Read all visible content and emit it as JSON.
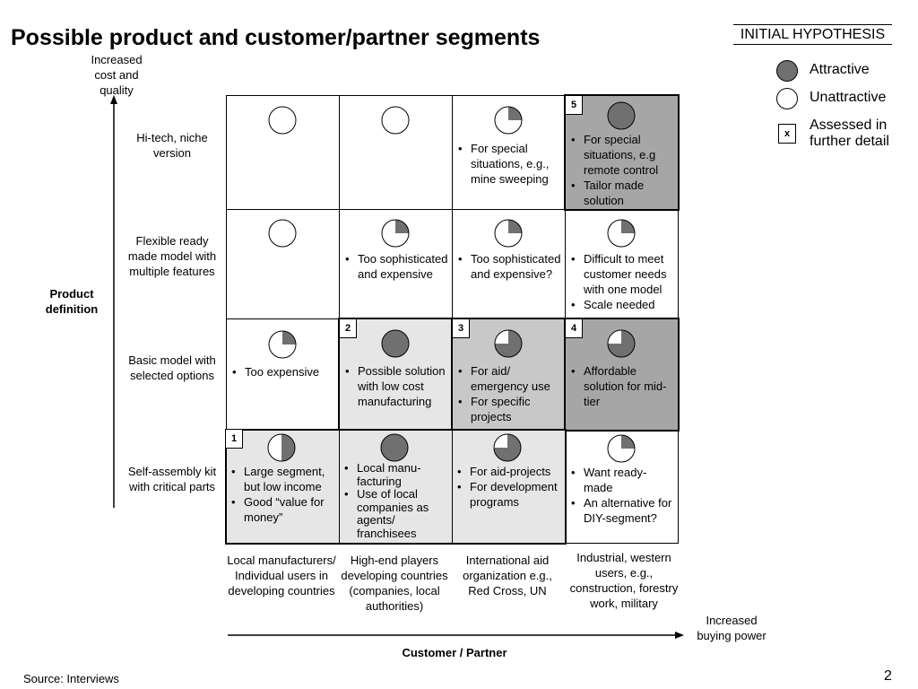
{
  "title": "Possible product and customer/partner segments",
  "hypothesis_label": "INITIAL HYPOTHESIS",
  "legend": {
    "attractive": "Attractive",
    "unattractive": "Unattractive",
    "assessed_marker": "x",
    "assessed": "Assessed in further detail"
  },
  "y_axis": {
    "top_label": "Increased cost and quality",
    "label": "Product definition"
  },
  "x_axis": {
    "label": "Customer / Partner",
    "end_label": "Increased buying power"
  },
  "rows": [
    {
      "label": "Hi-tech, niche version"
    },
    {
      "label": "Flexible ready made model with multiple features"
    },
    {
      "label": "Basic model with selected options"
    },
    {
      "label": "Self-assembly kit with critical parts"
    }
  ],
  "columns": [
    {
      "label": "Local manufacturers/ Individual users in developing countries"
    },
    {
      "label": "High-end players developing countries (companies, local authorities)"
    },
    {
      "label": "International aid organization e.g., Red Cross, UN"
    },
    {
      "label": "Industrial, western users, e.g., construction, forestry work, military"
    }
  ],
  "cells": [
    [
      {
        "attractiveness": 0,
        "number": "",
        "bullets": []
      },
      {
        "attractiveness": 0,
        "number": "",
        "bullets": []
      },
      {
        "attractiveness": 0.25,
        "number": "",
        "bullets": [
          "For special situations, e.g., mine sweeping"
        ]
      },
      {
        "attractiveness": 1,
        "number": "5",
        "bullets": [
          "For special situations, e.g remote control",
          "Tailor made solution"
        ]
      }
    ],
    [
      {
        "attractiveness": 0,
        "number": "",
        "bullets": []
      },
      {
        "attractiveness": 0.25,
        "number": "",
        "bullets": [
          "Too sophisticated and expensive"
        ]
      },
      {
        "attractiveness": 0.25,
        "number": "",
        "bullets": [
          "Too sophisticated and expensive?"
        ]
      },
      {
        "attractiveness": 0.25,
        "number": "",
        "bullets": [
          "Difficult to meet customer needs with one model",
          "Scale needed"
        ]
      }
    ],
    [
      {
        "attractiveness": 0.25,
        "number": "",
        "bullets": [
          "Too expensive"
        ]
      },
      {
        "attractiveness": 1,
        "number": "2",
        "bullets": [
          "Possible solution with low cost manufacturing"
        ]
      },
      {
        "attractiveness": 0.75,
        "number": "3",
        "bullets": [
          "For aid/ emergency use",
          "For specific projects"
        ]
      },
      {
        "attractiveness": 0.75,
        "number": "4",
        "bullets": [
          "Affordable solution for mid-tier"
        ]
      }
    ],
    [
      {
        "attractiveness": 0.5,
        "number": "1",
        "bullets": [
          "Large segment, but low income",
          "Good “value for money”"
        ]
      },
      {
        "attractiveness": 1,
        "number": "",
        "bullets": [
          "Local manu-facturing",
          "Use of local companies as agents/ franchisees"
        ]
      },
      {
        "attractiveness": 0.75,
        "number": "",
        "bullets": [
          "For aid-projects",
          "For development programs"
        ]
      },
      {
        "attractiveness": 0.25,
        "number": "",
        "bullets": [
          "Want ready-made",
          "An alternative for DIY-segment?"
        ]
      }
    ]
  ],
  "source": "Source: Interviews",
  "page_number": "2",
  "colors": {
    "harvey_fill": "#707070",
    "cell_light": "#e6e6e6",
    "cell_mid": "#c8c8c8",
    "cell_dark": "#a6a6a6"
  }
}
